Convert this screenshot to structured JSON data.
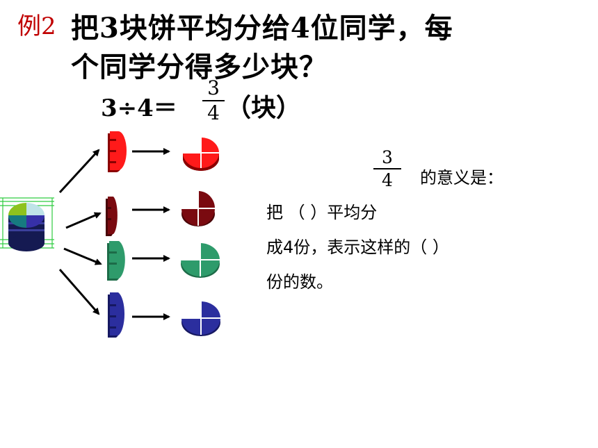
{
  "example_label": "例2",
  "question": {
    "line1": "把3块饼平均分给4位同学，每",
    "line2": "个同学分得多少块？"
  },
  "equation": {
    "left": "3÷4＝",
    "fraction": {
      "numerator": "3",
      "denominator": "4"
    },
    "unit": "（块）"
  },
  "meaning": {
    "fraction": {
      "numerator": "3",
      "denominator": "4"
    },
    "line1": "的意义是：",
    "line2": "把 （                ）平均分",
    "line3": "成4份，表示这样的（      ）",
    "line4": "份的数。"
  },
  "colors": {
    "title_red": "#c00000",
    "red": "#ff1a1a",
    "dark_red": "#7a0a10",
    "green": "#2e9b6b",
    "blue": "#2b2e9e"
  }
}
